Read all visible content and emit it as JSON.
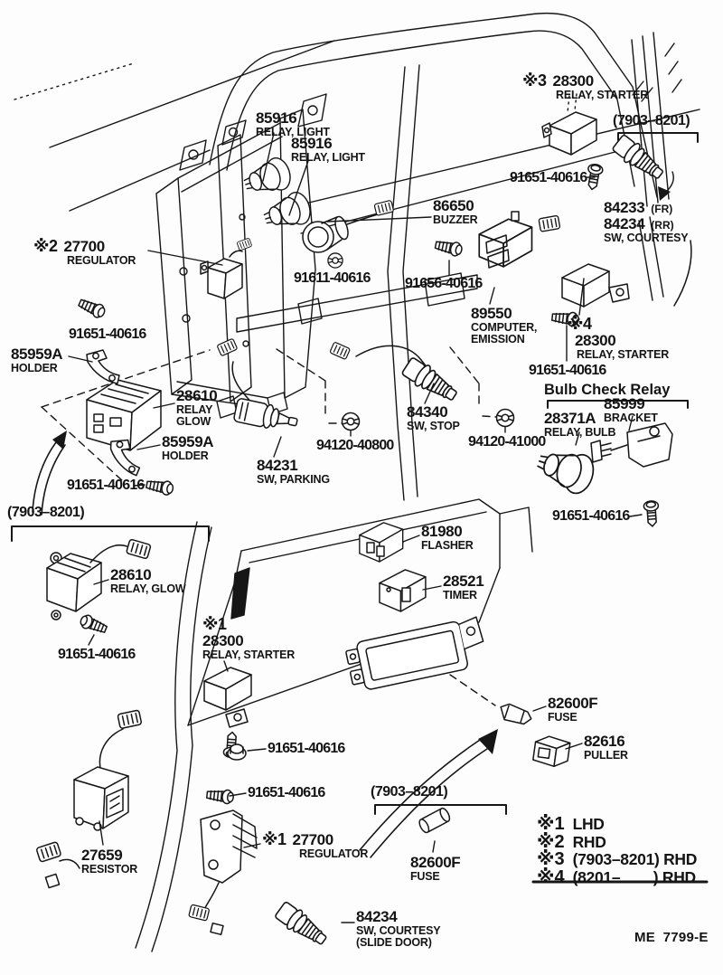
{
  "diagram": {
    "footer_code": "ME 7799-E",
    "screw_91651": "91651-40616",
    "legend": {
      "items": [
        {
          "mark": "※1",
          "text": "LHD"
        },
        {
          "mark": "※2",
          "text": "RHD"
        },
        {
          "mark": "※3",
          "text": "(7903–8201) RHD"
        },
        {
          "mark": "※4",
          "text": "(8201–        ) RHD"
        }
      ]
    },
    "groups": {
      "bulb_check_relay": "Bulb Check Relay",
      "range_top": "(7903–8201)",
      "range_left": "(7903–8201)",
      "range_bottom": "(7903–8201)"
    },
    "callouts": {
      "starter_relay_3": {
        "mark": "※3",
        "part": "28300",
        "desc": "RELAY, STARTER"
      },
      "light_relay_1": {
        "part": "85916",
        "desc": "RELAY, LIGHT"
      },
      "light_relay_2": {
        "part": "85916",
        "desc": "RELAY, LIGHT"
      },
      "courtesy_fr_rr": {
        "part_fr": "84233",
        "suffix_fr": "(FR)",
        "part_rr": "84234",
        "suffix_rr": "(RR)",
        "desc": "SW, COURTESY"
      },
      "regulator_2": {
        "mark": "※2",
        "part": "27700",
        "desc": "REGULATOR"
      },
      "buzzer": {
        "part": "86650",
        "desc": "BUZZER"
      },
      "screw_91611": {
        "part": "91611-40616"
      },
      "screw_91656": {
        "part": "91656-40616"
      },
      "computer": {
        "part": "89550",
        "desc": "COMPUTER,",
        "desc2": "EMISSION"
      },
      "starter_relay_4": {
        "mark": "※4",
        "part": "28300",
        "desc": "RELAY, STARTER"
      },
      "holder_top": {
        "part": "85959A",
        "desc": "HOLDER"
      },
      "glow_relay_top": {
        "part": "28610",
        "desc": "RELAY",
        "desc2": "GLOW"
      },
      "bracket_85999": {
        "part": "85999",
        "desc": "BRACKET"
      },
      "bulb_relay": {
        "part": "28371A",
        "desc": "RELAY, BULB"
      },
      "stop_switch": {
        "part": "84340",
        "desc": "SW, STOP"
      },
      "grommet_40800": {
        "part": "94120-40800"
      },
      "grommet_41000": {
        "part": "94120-41000"
      },
      "holder_bottom": {
        "part": "85959A",
        "desc": "HOLDER"
      },
      "parking_switch": {
        "part": "84231",
        "desc": "SW, PARKING"
      },
      "flasher": {
        "part": "81980",
        "desc": "FLASHER"
      },
      "timer": {
        "part": "28521",
        "desc": "TIMER"
      },
      "glow_relay_bottom": {
        "part": "28610",
        "desc": "RELAY, GLOW"
      },
      "starter_relay_1": {
        "mark": "※1",
        "part": "28300",
        "desc": "RELAY, STARTER"
      },
      "fuse_top": {
        "part": "82600F",
        "desc": "FUSE"
      },
      "puller": {
        "part": "82616",
        "desc": "PULLER"
      },
      "regulator_1": {
        "mark": "※1",
        "part": "27700",
        "desc": "REGULATOR"
      },
      "resistor": {
        "part": "27659",
        "desc": "RESISTOR"
      },
      "fuse_bottom": {
        "part": "82600F",
        "desc": "FUSE"
      },
      "courtesy_slide": {
        "part": "84234",
        "desc": "SW, COURTESY",
        "desc2": "(SLIDE DOOR)"
      }
    }
  }
}
